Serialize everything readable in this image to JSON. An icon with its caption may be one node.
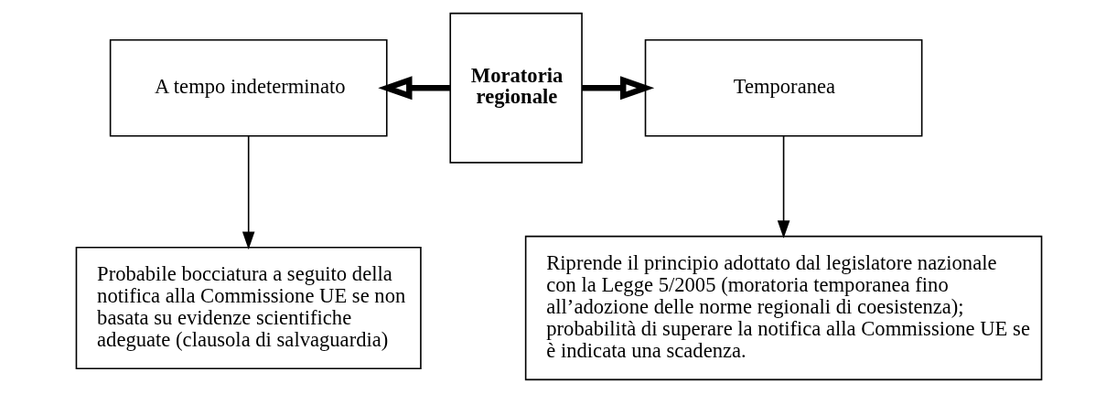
{
  "diagram": {
    "nodes": [
      {
        "text": [
          "Moratoria regionale"
        ]
      },
      {
        "text": [
          "A tempo indeterminato"
        ]
      },
      {
        "text": [
          "Temporanea"
        ]
      },
      {
        "text": [
          "Probabile bocciatura a seguito della notifica alla Commissione UE se non basata su evidenze scientifiche adeguate (clausola di salvaguardia)"
        ]
      },
      {
        "text": [
          "Riprende il principio adottato dal legislatore nazionale con la Legge 5/2005 (moratoria temporanea fino all’adozione delle norme regionali di coesistenza); probabilità di superare la notifica alla Commissione UE se è indicata una scadenza."
        ]
      }
    ],
    "edges": [
      {
        "from": 0,
        "to": 1,
        "arrow": "to",
        "style": "thick"
      },
      {
        "from": 0,
        "to": 2,
        "arrow": "to",
        "style": "thick"
      },
      {
        "from": 1,
        "to": 3,
        "arrow": "to"
      },
      {
        "from": 2,
        "to": 4,
        "arrow": "to"
      }
    ]
  }
}
